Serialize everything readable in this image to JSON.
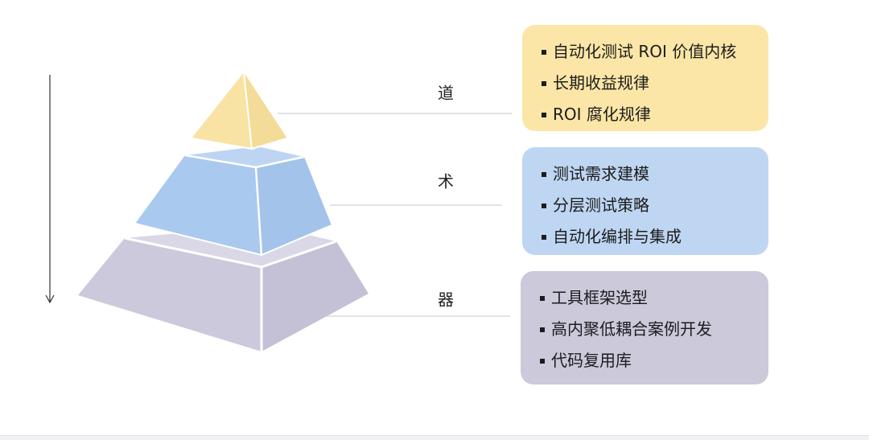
{
  "levels": [
    {
      "label": "道",
      "color": "#f8e3a4",
      "panel_color": "#fbe6a7",
      "items": [
        "自动化测试 ROI 价值内核",
        "长期收益规律",
        "ROI 腐化规律"
      ]
    },
    {
      "label": "术",
      "color": "#a9c9ee",
      "panel_color": "#bed6f2",
      "items": [
        "测试需求建模",
        "分层测试策略",
        "自动化编排与集成"
      ]
    },
    {
      "label": "器",
      "color": "#cbc9db",
      "panel_color": "#ccc9db",
      "items": [
        "工具框架选型",
        "高内聚低耦合案例开发",
        "代码复用库"
      ]
    }
  ]
}
